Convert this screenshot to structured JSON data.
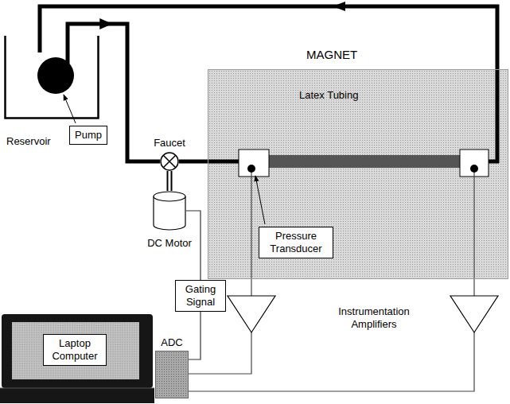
{
  "diagram": {
    "nodes": [
      {
        "text": [
          "Reservoir"
        ]
      },
      {
        "text": [
          "Pump"
        ]
      },
      {
        "text": [
          "Faucet"
        ]
      },
      {
        "text": [
          "DC Motor"
        ]
      },
      {
        "text": [
          "MAGNET"
        ]
      },
      {
        "text": [
          "Pressure Transducer"
        ],
        "in": 4
      },
      {
        "text": [
          "Gating Signal"
        ]
      },
      {
        "text": [
          "ADC"
        ]
      },
      {
        "text": [
          "Laptop Computer"
        ]
      }
    ],
    "edges": [
      {
        "from": 0,
        "to": 2,
        "arrow": "to"
      },
      {
        "from": 2,
        "to": 4,
        "arrow": "none"
      },
      {
        "from": 4,
        "to": 0,
        "arrow": "to"
      },
      {
        "from": 2,
        "to": 3,
        "arrow": "none"
      },
      {
        "from": 3,
        "to": 6,
        "arrow": "none"
      },
      {
        "from": 6,
        "to": 7,
        "arrow": "none"
      }
    ],
    "labels": [
      "Latex Tubing",
      "Instrumentation Amplifiers"
    ]
  }
}
